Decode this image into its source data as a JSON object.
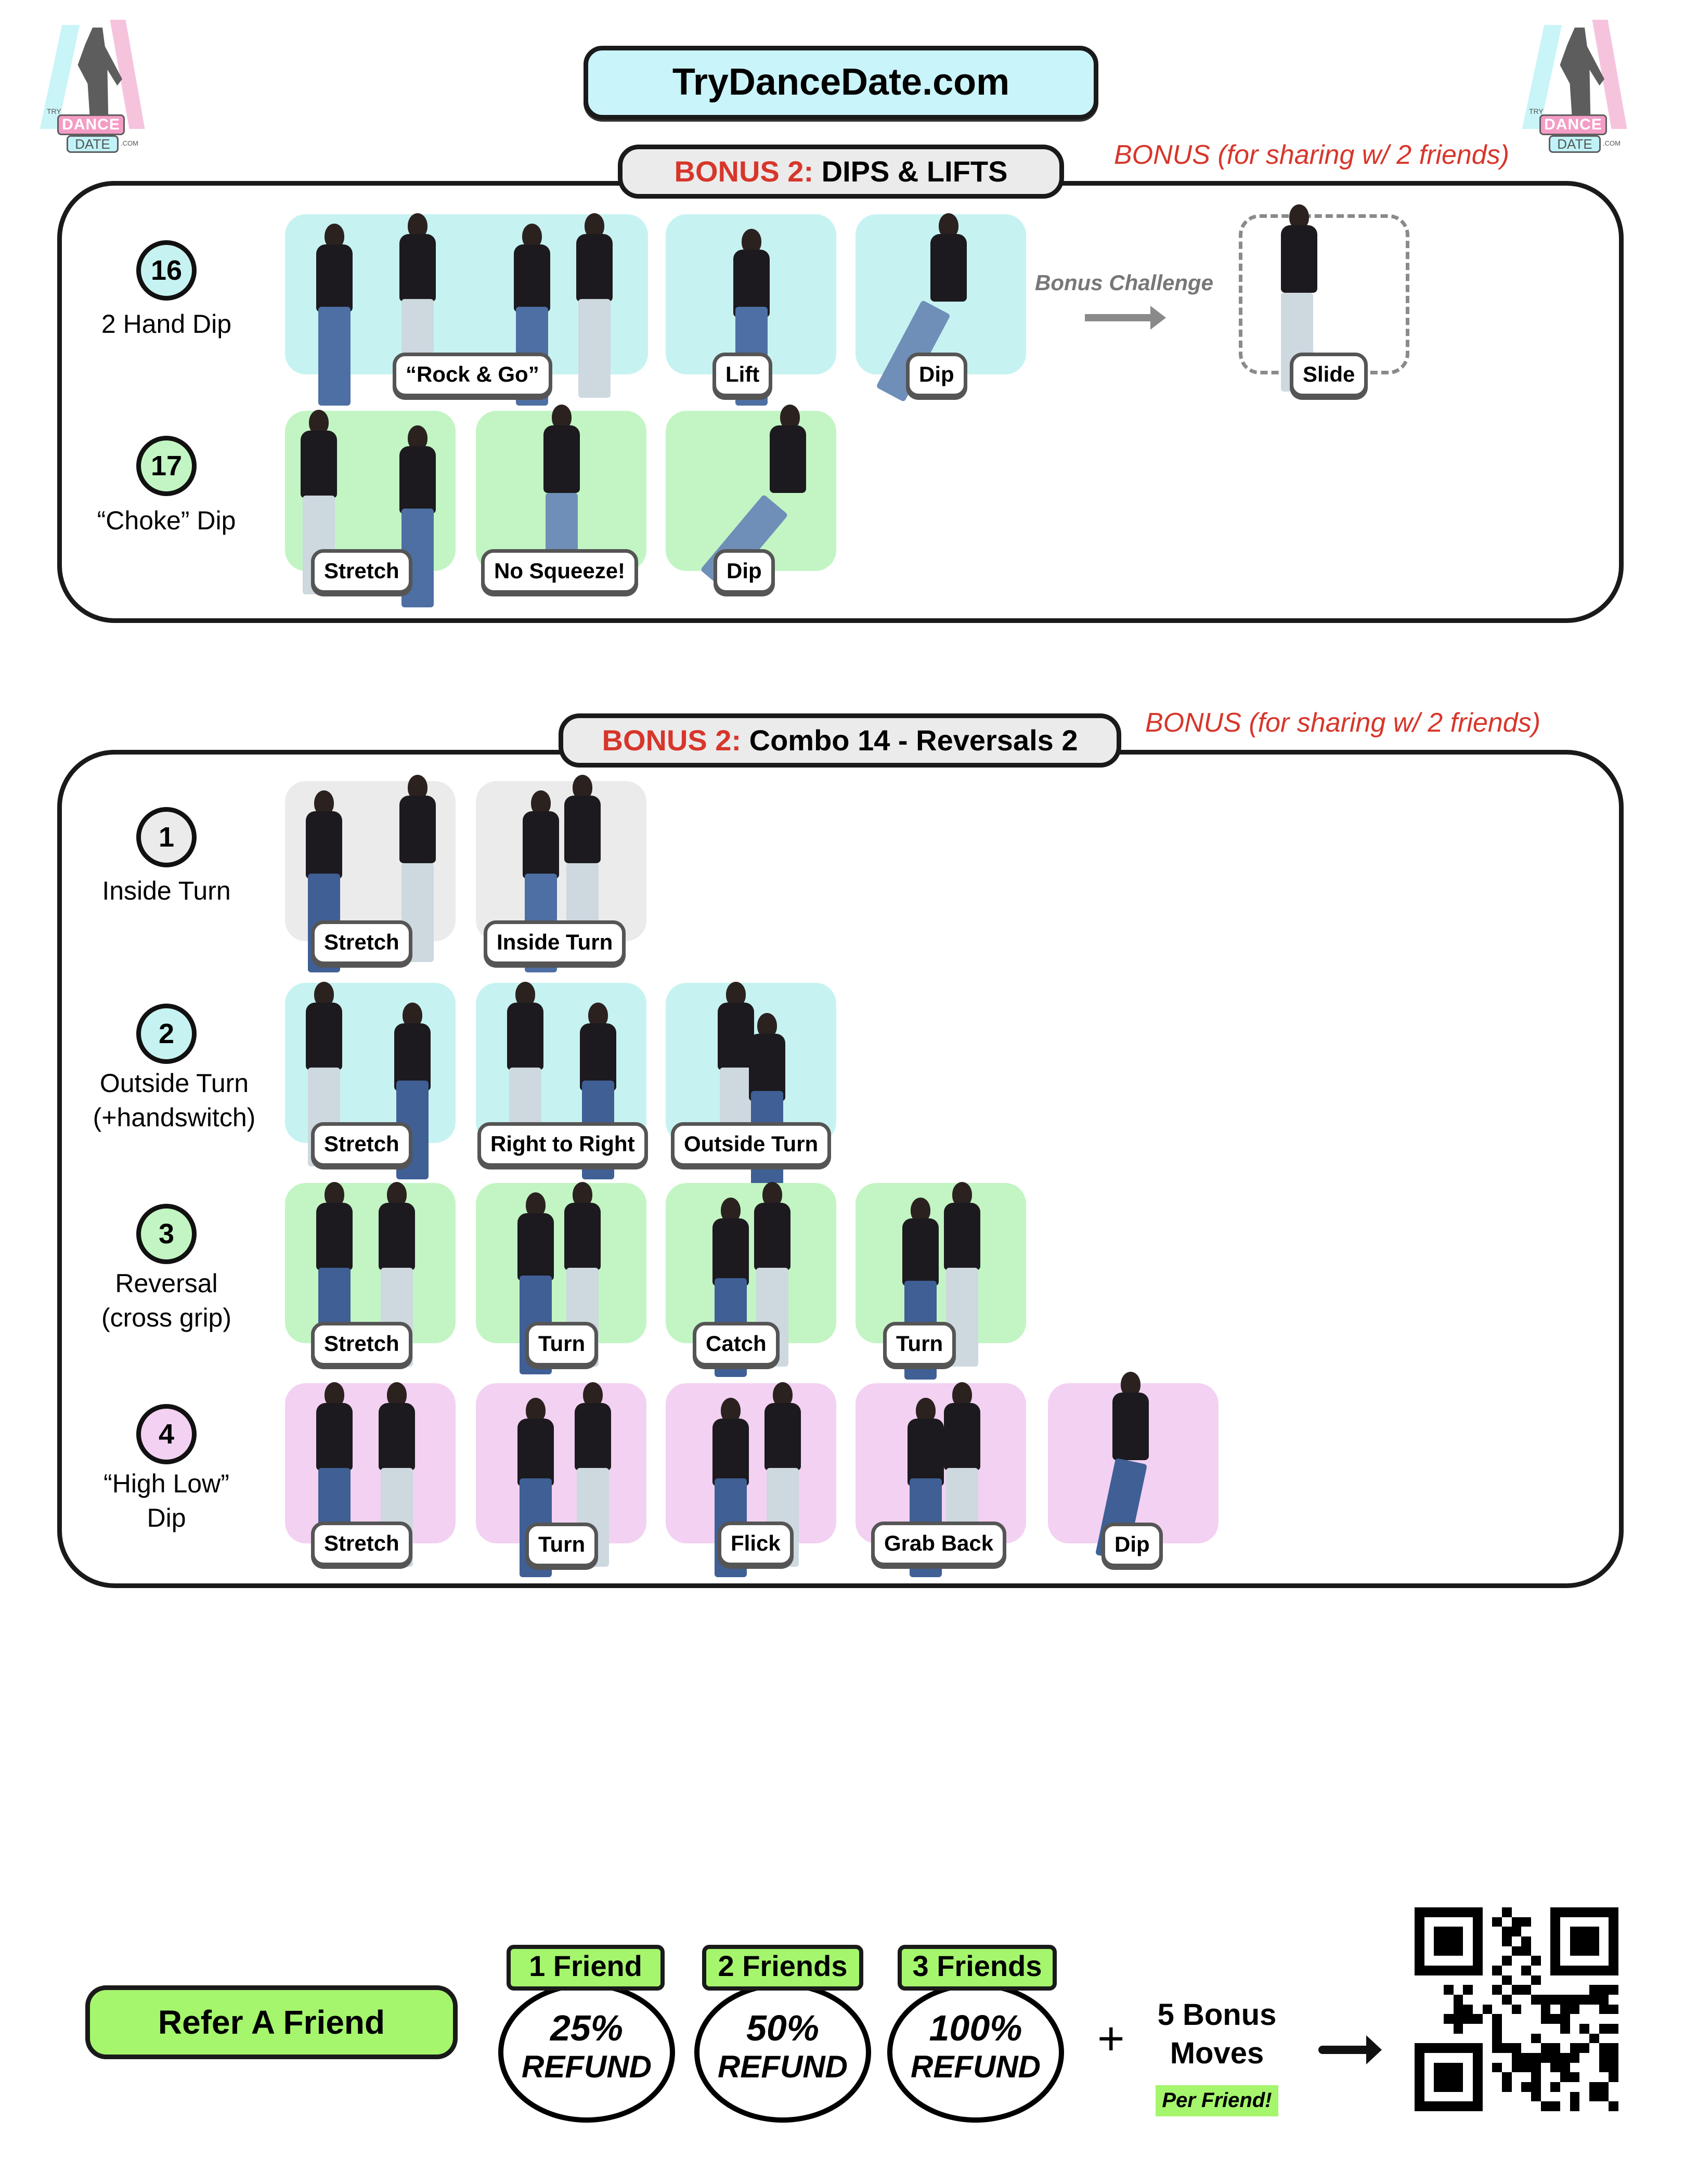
{
  "header": {
    "site_title": "TryDanceDate.com",
    "logo": {
      "try": "TRY",
      "dance": "DANCE",
      "date": "DATE",
      "com": ".COM"
    }
  },
  "colors": {
    "blue": "#c6f3f1",
    "green": "#c2f5c3",
    "gray": "#ebebeb",
    "pink": "#f3d1f2",
    "bonus_red": "#d7362b",
    "refer_green": "#a5f56d"
  },
  "section_dips": {
    "title_prefix": "BONUS 2:",
    "title": "DIPS & LIFTS",
    "note": "BONUS (for sharing w/ 2 friends)",
    "rows": [
      {
        "number": "16",
        "name": "2 Hand Dip",
        "steps": [
          {
            "label": "“Rock & Go”"
          },
          {
            "label": "Lift"
          },
          {
            "label": "Dip"
          }
        ],
        "bonus_challenge": {
          "caption": "Bonus Challenge",
          "label": "Slide",
          "icon": "arrow-right-icon"
        }
      },
      {
        "number": "17",
        "name": "“Choke” Dip",
        "steps": [
          {
            "label": "Stretch"
          },
          {
            "label": "No Squeeze!"
          },
          {
            "label": "Dip"
          }
        ]
      }
    ]
  },
  "section_combo": {
    "title_prefix": "BONUS 2:",
    "title": "Combo 14 - Reversals 2",
    "note": "BONUS (for sharing w/ 2 friends)",
    "rows": [
      {
        "number": "1",
        "name_line1": "Inside Turn",
        "name_line2": "",
        "steps": [
          {
            "label": "Stretch"
          },
          {
            "label": "Inside Turn"
          }
        ]
      },
      {
        "number": "2",
        "name_line1": "Outside Turn",
        "name_line2": "(+handswitch)",
        "steps": [
          {
            "label": "Stretch"
          },
          {
            "label": "Right to Right"
          },
          {
            "label": "Outside Turn"
          }
        ]
      },
      {
        "number": "3",
        "name_line1": "Reversal",
        "name_line2": "(cross grip)",
        "steps": [
          {
            "label": "Stretch"
          },
          {
            "label": "Turn"
          },
          {
            "label": "Catch"
          },
          {
            "label": "Turn"
          }
        ]
      },
      {
        "number": "4",
        "name_line1": "“High Low”",
        "name_line2": "Dip",
        "steps": [
          {
            "label": "Stretch"
          },
          {
            "label": "Turn"
          },
          {
            "label": "Flick"
          },
          {
            "label": "Grab Back"
          },
          {
            "label": "Dip"
          }
        ]
      }
    ]
  },
  "referral": {
    "button_label": "Refer A Friend",
    "tiers": [
      {
        "tag": "1 Friend",
        "percent": "25%",
        "refund": "REFUND"
      },
      {
        "tag": "2 Friends",
        "percent": "50%",
        "refund": "REFUND"
      },
      {
        "tag": "3 Friends",
        "percent": "100%",
        "refund": "REFUND"
      }
    ],
    "plus": "+",
    "bonus_line1": "5 Bonus",
    "bonus_line2": "Moves",
    "per_friend": "Per Friend!",
    "qr_icon": "qr-code-icon"
  }
}
